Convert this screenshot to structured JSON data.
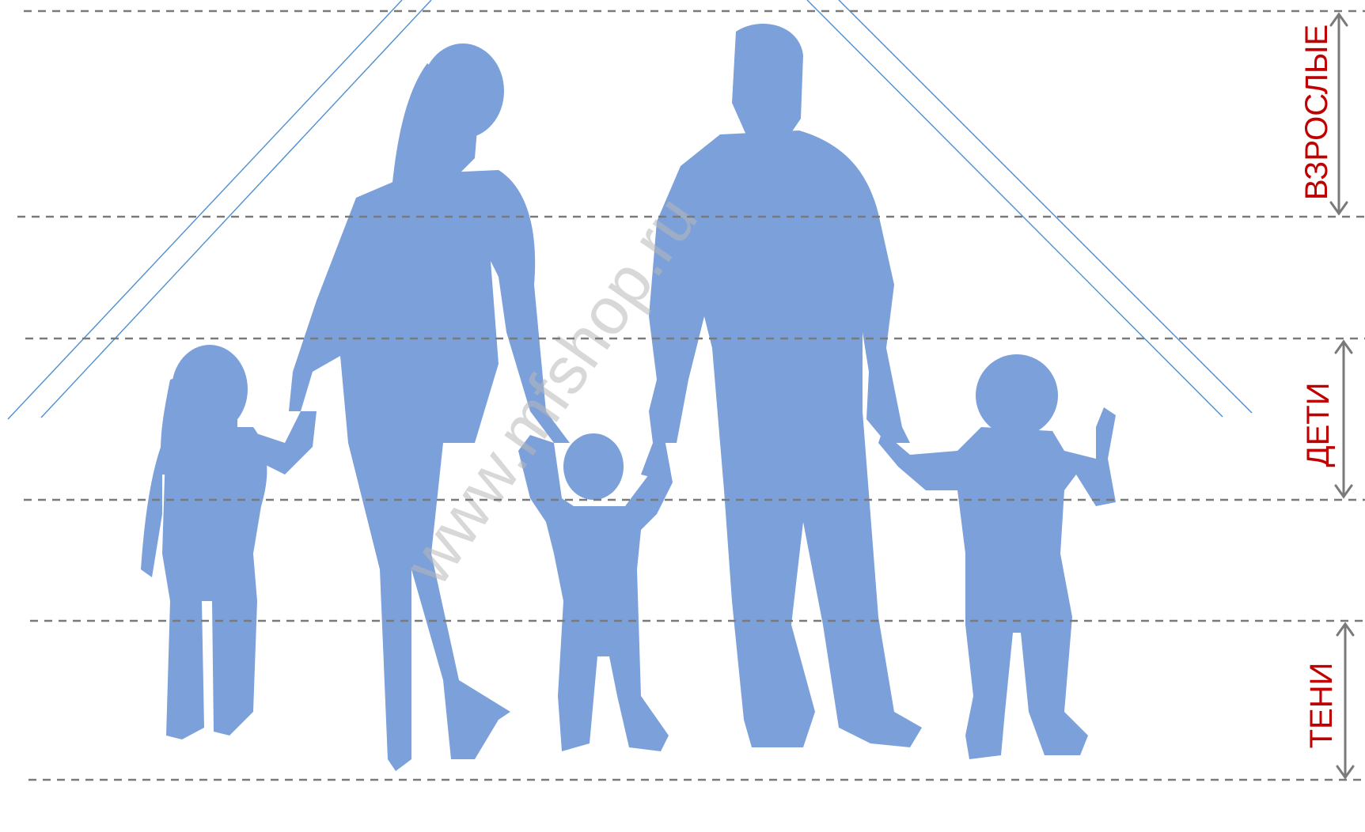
{
  "watermark": "www.mfshop.ru",
  "zones": {
    "adults": "ВЗРОСЛЫЕ",
    "kids": "ДЕТИ",
    "shadows": "ТЕНИ"
  },
  "colors": {
    "silhouette": "#7ca0da",
    "label": "#c00000",
    "guide_line": "#7a7a7a",
    "arrow": "#7a7a7a",
    "roof_line": "#4f8fd0",
    "watermark": "#b8b8b8"
  }
}
